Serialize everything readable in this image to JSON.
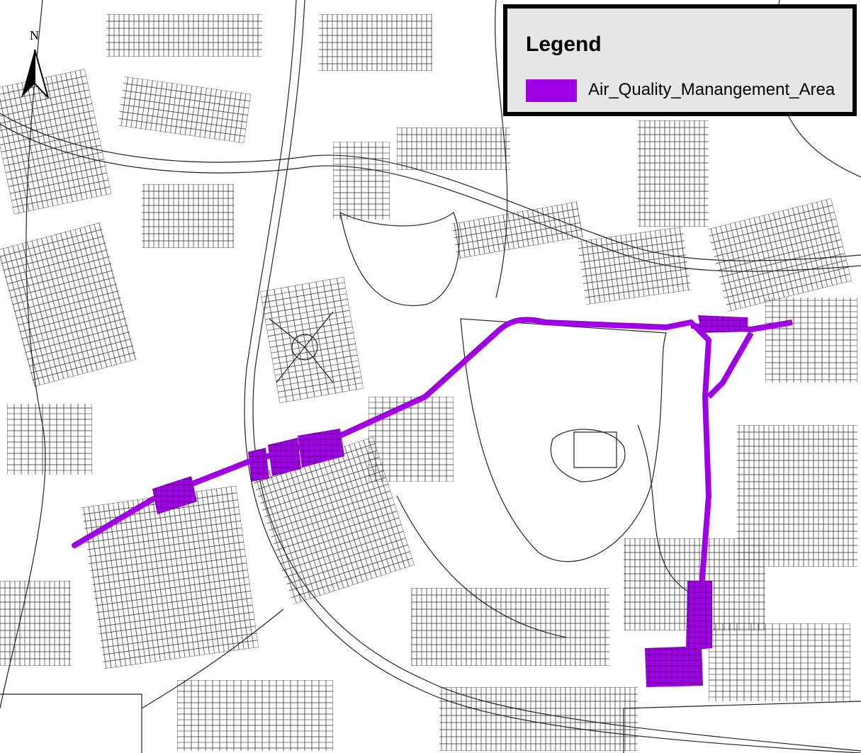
{
  "map": {
    "north_arrow": {
      "label": "N",
      "icon": "north-arrow-icon"
    },
    "aqma_color": "#9f00e6",
    "basemap_line_color": "#222222",
    "background_color": "#ffffff"
  },
  "legend": {
    "title": "Legend",
    "items": [
      {
        "label": "Air_Quality_Manangement_Area",
        "color": "#9f00e6"
      }
    ]
  }
}
